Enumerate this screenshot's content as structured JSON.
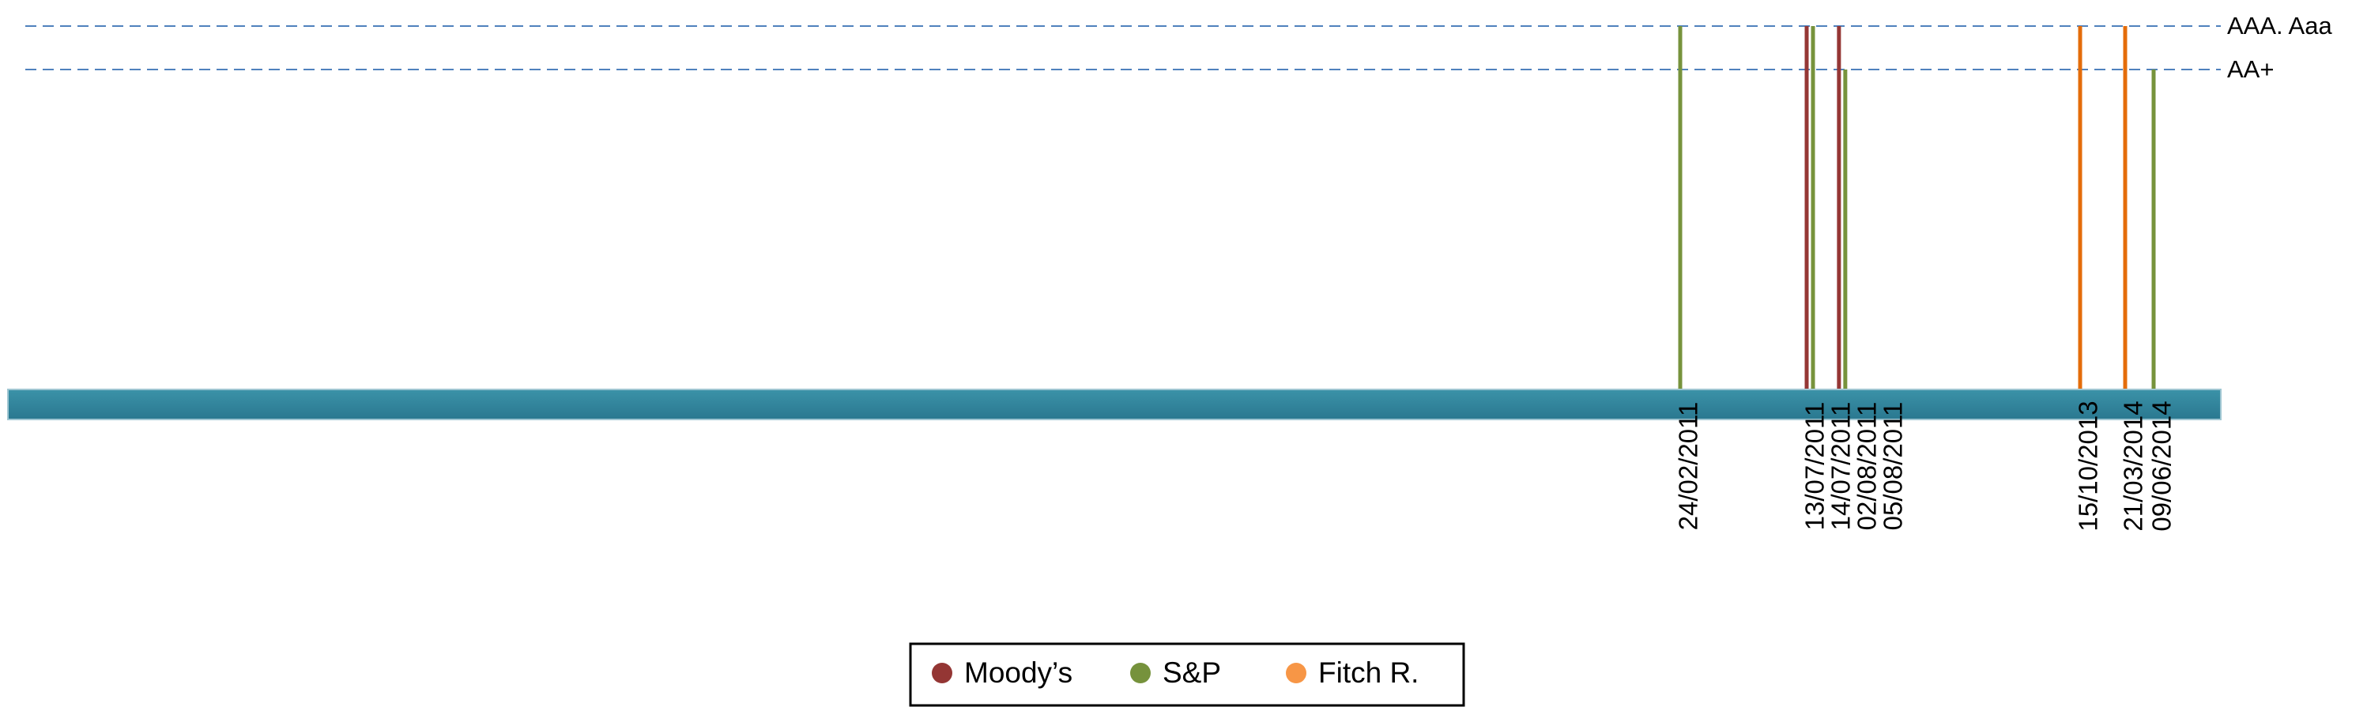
{
  "chart_data": {
    "type": "timeline",
    "title": "",
    "reference_lines": [
      {
        "label": "AAA. Aaa",
        "color": "#4F81BD"
      },
      {
        "label": "AA+",
        "color": "#4F81BD"
      }
    ],
    "axis_bar_color": "#31849B",
    "events": [
      {
        "date": "24/02/2011",
        "agency": "S&P",
        "level": "AAA. Aaa"
      },
      {
        "date": "13/07/2011",
        "agency": "Moody's",
        "level": "AAA. Aaa"
      },
      {
        "date": "14/07/2011",
        "agency": "S&P",
        "level": "AAA. Aaa"
      },
      {
        "date": "02/08/2011",
        "agency": "Moody's",
        "level": "AAA. Aaa"
      },
      {
        "date": "05/08/2011",
        "agency": "S&P",
        "level": "AA+"
      },
      {
        "date": "15/10/2013",
        "agency": "Fitch R.",
        "level": "AAA. Aaa"
      },
      {
        "date": "21/03/2014",
        "agency": "Fitch R.",
        "level": "AAA. Aaa"
      },
      {
        "date": "09/06/2014",
        "agency": "S&P",
        "level": "AA+"
      }
    ],
    "legend": {
      "placement": "bottom-center",
      "entries": [
        {
          "name": "Moody’s",
          "agency": "Moody's",
          "color": "#943634",
          "line_color": "#953735"
        },
        {
          "name": "S&P",
          "agency": "S&P",
          "color": "#76923C",
          "line_color": "#77933C"
        },
        {
          "name": "Fitch R.",
          "agency": "Fitch R.",
          "color": "#F79646",
          "line_color": "#E46C0A"
        }
      ]
    }
  }
}
